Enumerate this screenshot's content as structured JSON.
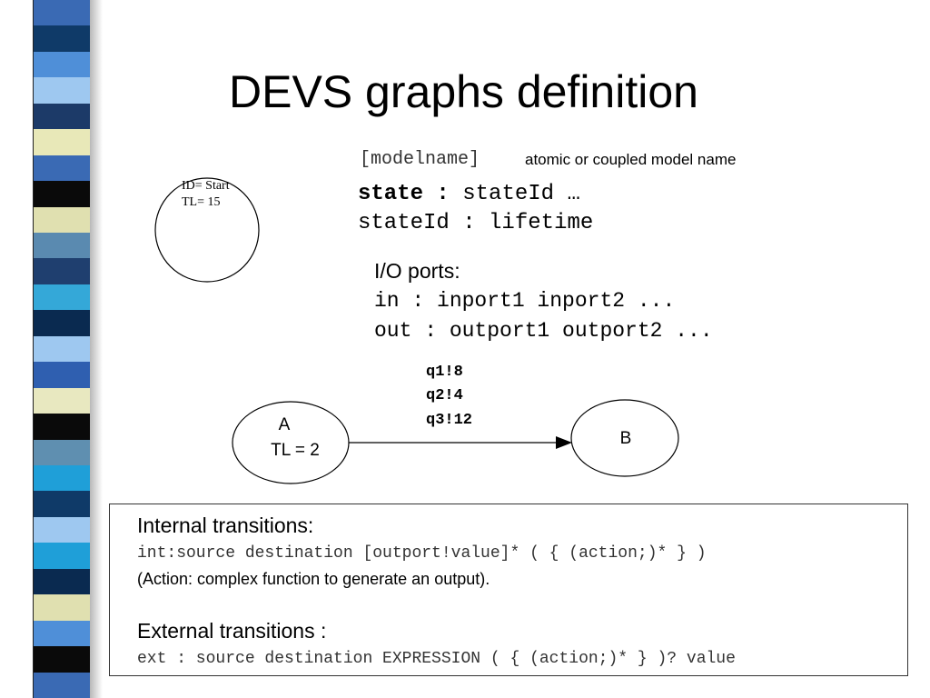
{
  "slide": {
    "title": "DEVS graphs definition",
    "stripe_colors": [
      "#3a6ab4",
      "#0f3a68",
      "#4f8fd8",
      "#9ec8f0",
      "#1c3a68",
      "#e8e8b8",
      "#3a6ab4",
      "#0a0a0a",
      "#e0e0b0",
      "#5a8ab0",
      "#1f3f6f",
      "#34a8d8",
      "#0a2a50",
      "#9ec8f0",
      "#2f5fb0",
      "#e8e8c0",
      "#0a0a0a",
      "#5f8fb0",
      "#1f9fd8",
      "#0f3a68",
      "#9ec8f0",
      "#1f9fd8",
      "#0a2a50",
      "#e0e0b0",
      "#4f8fd8",
      "#0a0a0a",
      "#3a6ab4"
    ]
  },
  "model_header": {
    "code": "[modelname]",
    "description": "atomic or coupled model name"
  },
  "state_lines": {
    "keyword": "state :",
    "rest": " stateId …",
    "line2": "stateId : lifetime"
  },
  "start_state": {
    "id_label": "ID= Start",
    "tl_label": "TL= 15"
  },
  "io_ports": {
    "heading": "I/O ports:",
    "in_line": "in :  inport1 inport2 ...",
    "out_line": "out : outport1 outport2 ..."
  },
  "graph": {
    "node_a_name": "A",
    "node_a_tl": "TL = 2",
    "node_b_name": "B",
    "edge_outputs": [
      "q1!8",
      "q2!4",
      "q3!12"
    ]
  },
  "transitions": {
    "internal_heading": "Internal transitions:",
    "internal_syntax": "int:source destination [outport!value]* ( { (action;)* } )",
    "internal_note": "(Action: complex function to generate an output).",
    "external_heading": "External transitions :",
    "external_syntax": "ext : source destination EXPRESSION ( { (action;)* } )? value"
  }
}
